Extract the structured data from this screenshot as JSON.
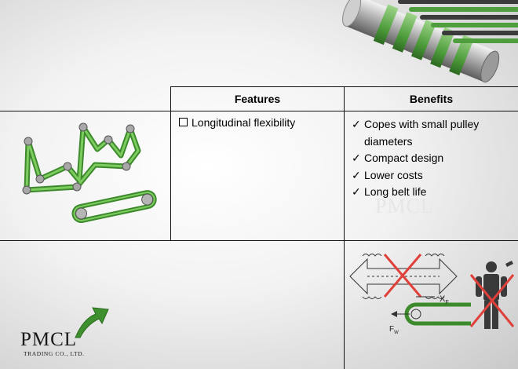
{
  "table": {
    "features_header": "Features",
    "benefits_header": "Benefits",
    "features": [
      "Longitudinal flexibility"
    ],
    "benefits": [
      "Copes with small pulley",
      "diameters",
      "Compact design",
      "Lower costs",
      "Long belt life"
    ]
  },
  "checkbox_glyph": "❑",
  "check_glyph": "✓",
  "watermark": "PMCL",
  "logo": {
    "name": "PMCL",
    "subtitle": "TRADING CO., LTD."
  },
  "diagram_labels": {
    "xf": "X",
    "xf_sub": "F",
    "fw": "F",
    "fw_sub": "W"
  },
  "colors": {
    "belt_green": "#5fb44a",
    "cross_red": "#e0403a",
    "logo_arrow": "#3e8f2e"
  },
  "icons": [
    "belt-roller-image",
    "belt-path-image",
    "diagram-crossed-tensioner",
    "worker-crossed-icon",
    "logo-arrow-icon"
  ]
}
